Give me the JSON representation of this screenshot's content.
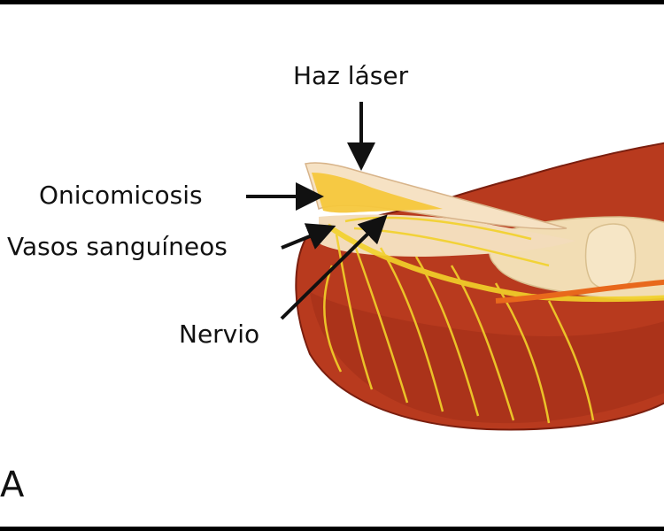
{
  "labels": {
    "laser_beam": "Haz láser",
    "onychomycosis": "Onicomicosis",
    "blood_vessels": "Vasos sanguíneos",
    "nerve": "Nervio",
    "panel_letter": "A"
  },
  "colors": {
    "tissue": "#b83a1e",
    "tissue_dark": "#8e2412",
    "bone": "#f2ddb4",
    "nerve": "#f2d22a",
    "vessel": "#e8681c",
    "fungus": "#f5c73c",
    "nail": "#f6e2c4",
    "arrow": "#111111"
  }
}
